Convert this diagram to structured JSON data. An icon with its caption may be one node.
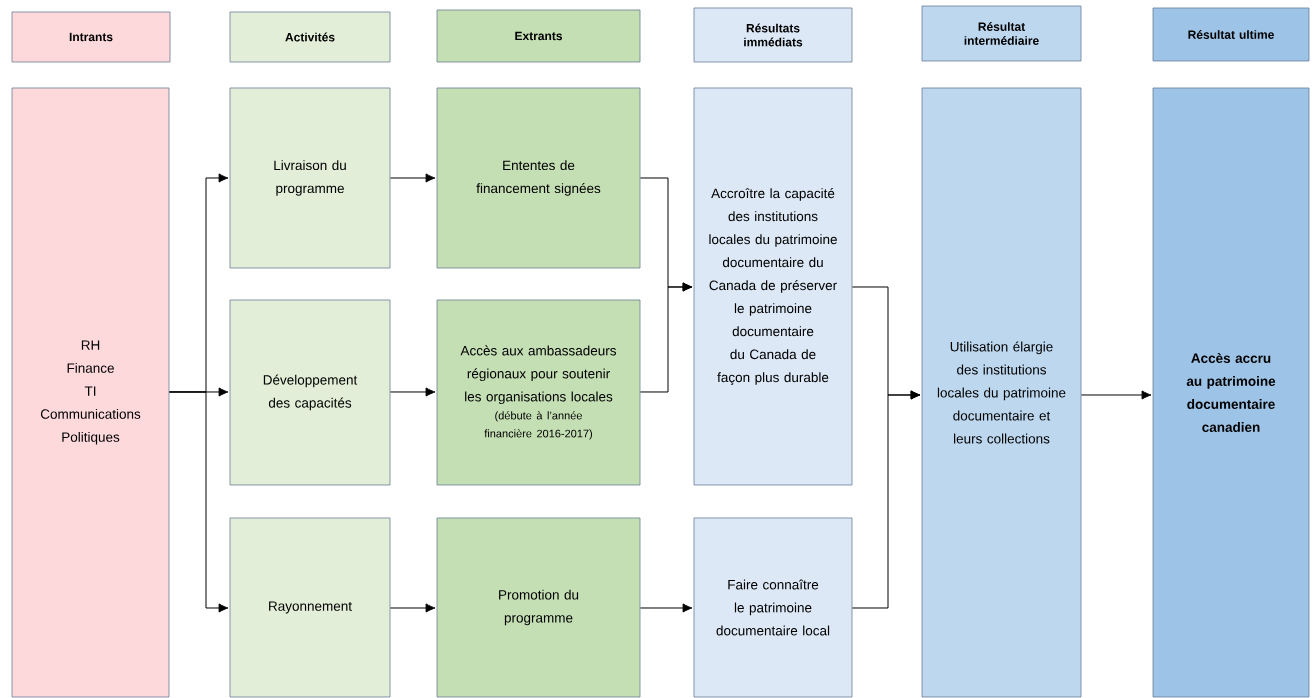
{
  "diagram": {
    "nodes": [
      {
        "text": [
          "Intrants"
        ]
      },
      {
        "text": [
          "Activités"
        ]
      },
      {
        "text": [
          "Extrants"
        ]
      },
      {
        "text": [
          "Résultats immédiats"
        ]
      },
      {
        "text": [
          "Résultat intermédiaire"
        ]
      },
      {
        "text": [
          "Résultat ultime"
        ]
      },
      {
        "text": [
          "RH",
          "Finance",
          "TI",
          "Communications",
          "Politiques"
        ]
      },
      {
        "text": [
          "Livraison du programme"
        ]
      },
      {
        "text": [
          "Développement des capacités"
        ]
      },
      {
        "text": [
          "Rayonnement"
        ]
      },
      {
        "text": [
          "Ententes de financement signées"
        ]
      },
      {
        "text": [
          "Accès aux ambassadeurs régionaux pour soutenir les organisations locales",
          "(débute à l’année financière 2016-2017)"
        ]
      },
      {
        "text": [
          "Promotion du programme"
        ]
      },
      {
        "text": [
          "Accroître la capacité des institutions locales du patrimoine documentaire du Canada de préserver le patrimoine documentaire du Canada de façon plus durable"
        ]
      },
      {
        "text": [
          "Faire connaître le patrimoine documentaire local"
        ]
      },
      {
        "text": [
          "Utilisation élargie des institutions locales du patrimoine documentaire et leurs collections"
        ]
      },
      {
        "text": [
          "Accès accru au patrimoine documentaire canadien"
        ]
      }
    ],
    "edges": [
      {
        "from": 6,
        "to": 7,
        "arrow": "to"
      },
      {
        "from": 6,
        "to": 8,
        "arrow": "to"
      },
      {
        "from": 6,
        "to": 9,
        "arrow": "to"
      },
      {
        "from": 7,
        "to": 10,
        "arrow": "to"
      },
      {
        "from": 8,
        "to": 11,
        "arrow": "to"
      },
      {
        "from": 9,
        "to": 12,
        "arrow": "to"
      },
      {
        "from": 10,
        "to": 13,
        "arrow": "to"
      },
      {
        "from": 11,
        "to": 13,
        "arrow": "to"
      },
      {
        "from": 12,
        "to": 14,
        "arrow": "to"
      },
      {
        "from": 13,
        "to": 15,
        "arrow": "to"
      },
      {
        "from": 14,
        "to": 15,
        "arrow": "to"
      },
      {
        "from": 15,
        "to": 16,
        "arrow": "to"
      }
    ]
  }
}
